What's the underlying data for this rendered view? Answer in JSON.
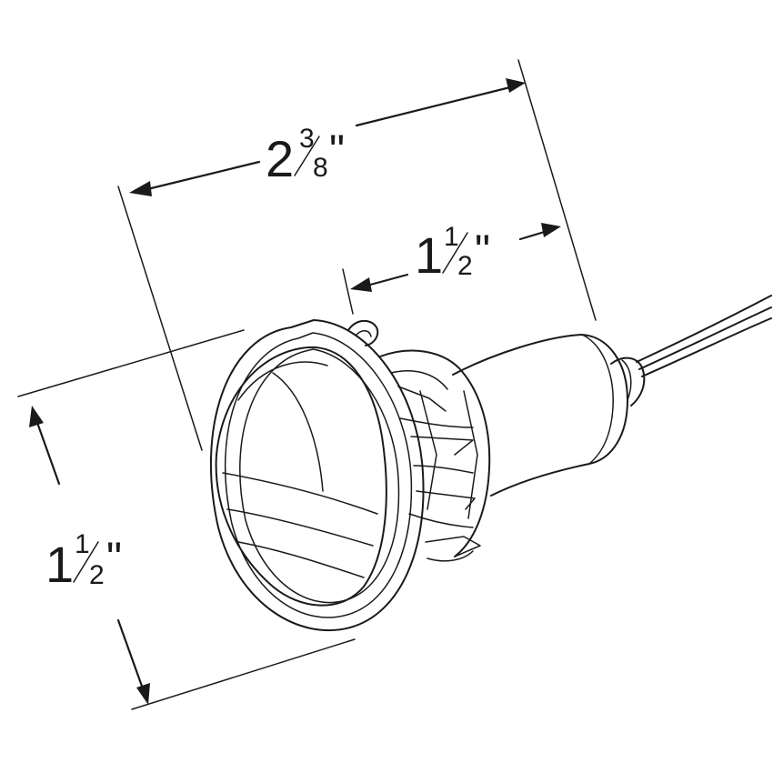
{
  "figure": {
    "colors": {
      "line": "#1a1a1a",
      "background": "#ffffff"
    },
    "dimensions": {
      "overall_length": {
        "whole": "2",
        "numerator": "3",
        "denominator": "8",
        "unit": "\""
      },
      "body_length": {
        "whole": "1",
        "numerator": "1",
        "denominator": "2",
        "unit": "\""
      },
      "diameter": {
        "whole": "1",
        "numerator": "1",
        "denominator": "2",
        "unit": "\""
      }
    }
  }
}
